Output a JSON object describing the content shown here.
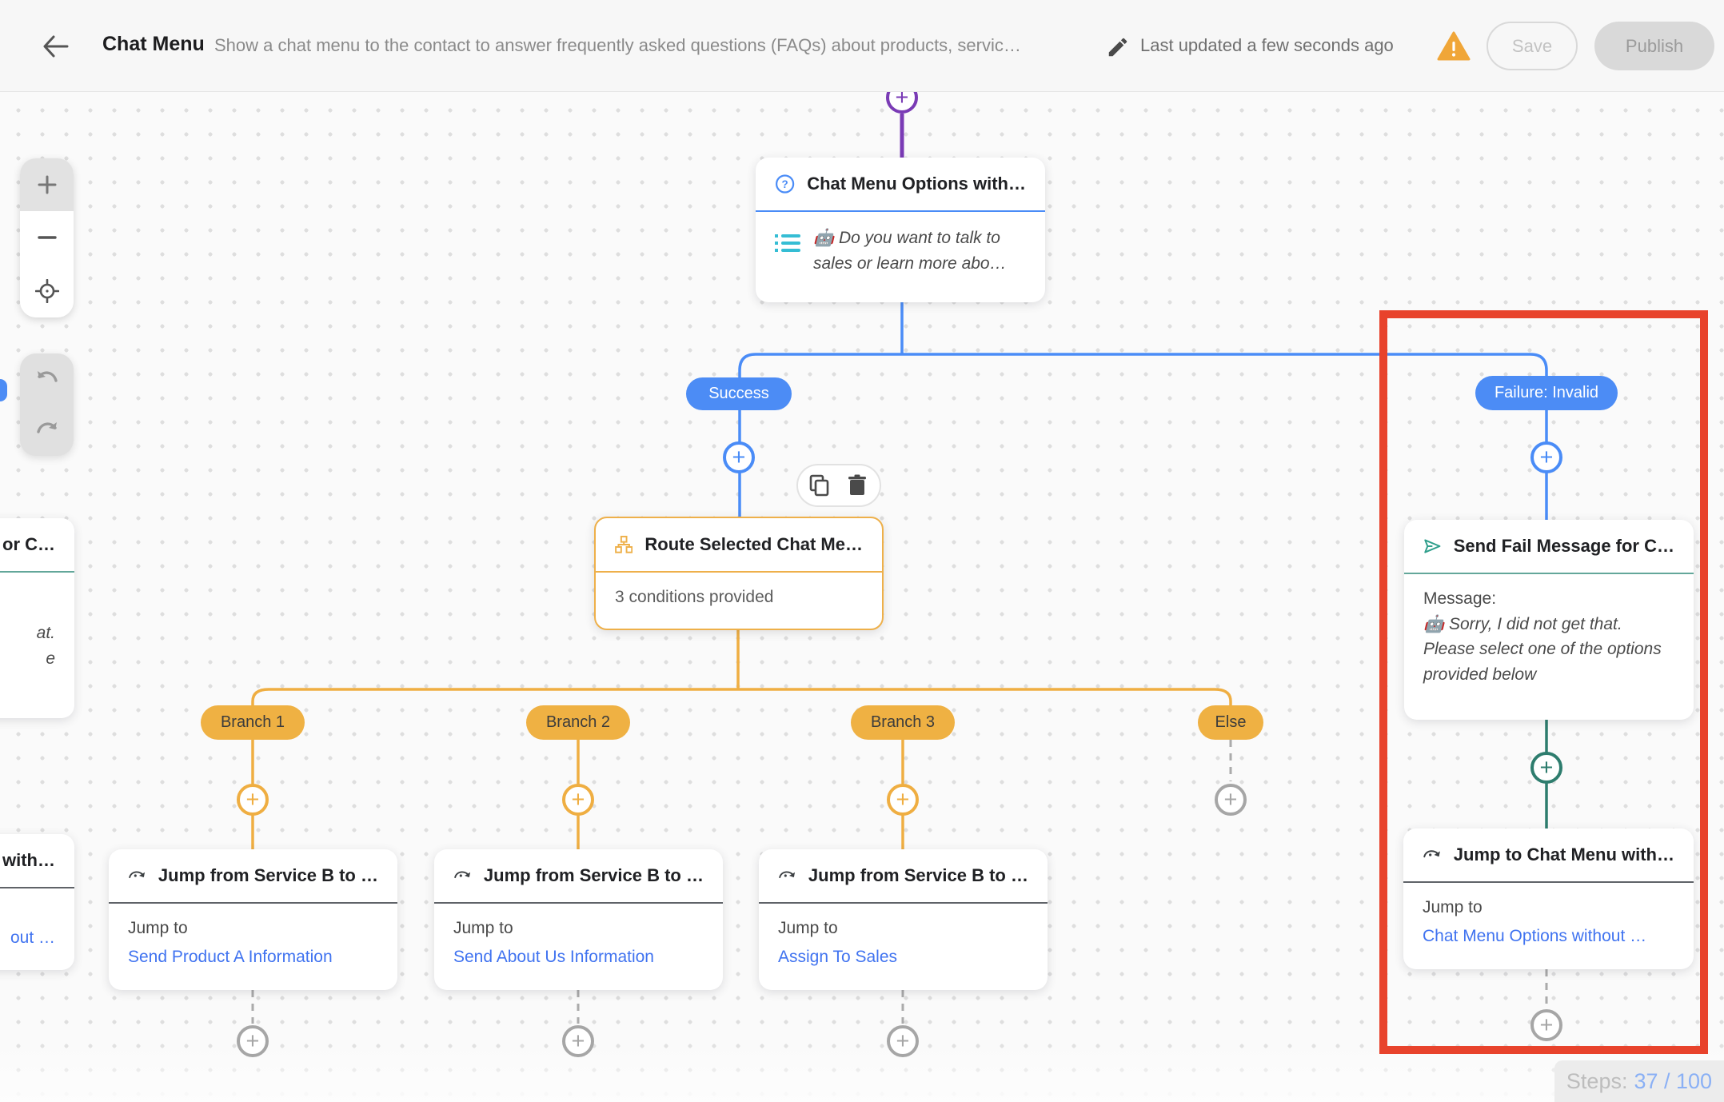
{
  "header": {
    "title": "Chat Menu",
    "description": "Show a chat menu to the contact to answer frequently asked questions (FAQs) about products, servic…",
    "last_updated": "Last updated a few seconds ago",
    "save_label": "Save",
    "publish_label": "Publish"
  },
  "flow": {
    "chat_menu_options": {
      "title": "Chat Menu Options with…",
      "message": "🤖 Do you want to talk to sales or learn more abo…"
    },
    "route": {
      "title": "Route Selected Chat Me…",
      "summary": "3 conditions provided"
    },
    "branches": {
      "success": "Success",
      "failure": "Failure: Invalid",
      "branch1": "Branch 1",
      "branch2": "Branch 2",
      "branch3": "Branch 3",
      "else": "Else"
    },
    "jump1": {
      "title": "Jump from Service B to …",
      "jump_label": "Jump to",
      "target": "Send Product A Information"
    },
    "jump2": {
      "title": "Jump from Service B to …",
      "jump_label": "Jump to",
      "target": "Send About Us Information"
    },
    "jump3": {
      "title": "Jump from Service B to …",
      "jump_label": "Jump to",
      "target": "Assign To Sales"
    },
    "send_fail": {
      "title": "Send Fail Message for C…",
      "message_label": "Message:",
      "message": "🤖 Sorry, I did not get that. Please select one of the options provided below"
    },
    "jump_menu": {
      "title": "Jump to Chat Menu with…",
      "jump_label": "Jump to",
      "target": "Chat Menu Options without …"
    },
    "partial_top": {
      "title": "or C…",
      "line1": "at.",
      "line2": "e"
    },
    "partial_bottom": {
      "title": "with…",
      "target": "out …"
    }
  },
  "footer": {
    "steps_label": "Steps:",
    "steps_value": "37 / 100"
  },
  "colors": {
    "blue": "#4a8cf7",
    "yellow": "#efae42",
    "purple": "#7a3bb5",
    "teal": "#2e7d6e",
    "red": "#e8432c",
    "warning": "#f0a638"
  }
}
